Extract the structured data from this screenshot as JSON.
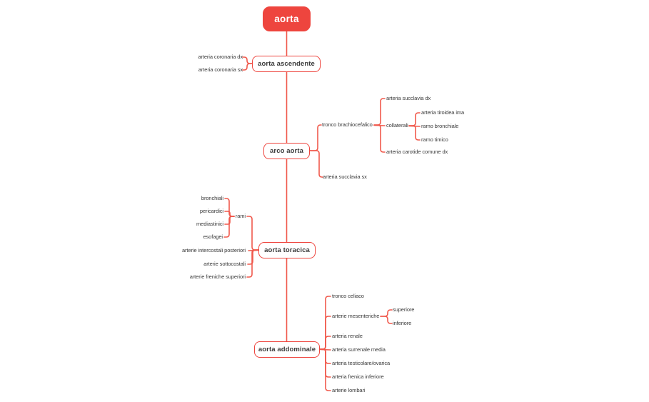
{
  "colors": {
    "accent": "#ee453e",
    "line": "#f0594c",
    "text": "#3a3a3a",
    "background": "#ffffff"
  },
  "map": {
    "root": {
      "label": "aorta"
    },
    "aorta_ascendente": {
      "label": "aorta ascendente",
      "children": {
        "arteria_coronaria_dx": {
          "label": "arteria coronaria dx"
        },
        "arteria_coronaria_sx": {
          "label": "arteria coronaria sx"
        }
      }
    },
    "arco_aorta": {
      "label": "arco aorta",
      "children": {
        "tronco_brachiocefalico": {
          "label": "tronco brachiocefalico",
          "children": {
            "arteria_succlavia_dx": {
              "label": "arteria succlavia dx"
            },
            "collaterali": {
              "label": "collaterali",
              "children": {
                "arteria_tiroidea_ima": {
                  "label": "arteria tiroidea ima"
                },
                "ramo_bronchiale": {
                  "label": "ramo bronchiale"
                },
                "ramo_timico": {
                  "label": "ramo timico"
                }
              }
            },
            "arteria_carotide_comune_dx": {
              "label": "arteria carotide comune dx"
            }
          }
        },
        "arteria_succlavia_sx": {
          "label": "arteria succlavia sx"
        }
      }
    },
    "aorta_toracica": {
      "label": "aorta toracica",
      "children": {
        "rami": {
          "label": "rami",
          "children": {
            "bronchiali": {
              "label": "bronchiali"
            },
            "pericardici": {
              "label": "pericardici"
            },
            "mediastinici": {
              "label": "mediastinici"
            },
            "esofagei": {
              "label": "esofagei"
            }
          }
        },
        "arterie_intercostali_posteriori": {
          "label": "arterie intercostali posteriori"
        },
        "arterie_sottocostali": {
          "label": "arterie sottocostali"
        },
        "arterie_freniche_superiori": {
          "label": "arterie freniche superiori"
        }
      }
    },
    "aorta_addominale": {
      "label": "aorta addominale",
      "children": {
        "tronco_celiaco": {
          "label": "tronco celiaco"
        },
        "arterie_mesenteriche": {
          "label": "arterie mesenteriche",
          "children": {
            "superiore": {
              "label": "superiore"
            },
            "inferiore": {
              "label": "inferiore"
            }
          }
        },
        "arteria_renale": {
          "label": "arteria renale"
        },
        "arteria_surrenale_media": {
          "label": "arteria surrenale media"
        },
        "arteria_testicolare_ovarica": {
          "label": "arteria testicolare/ovarica"
        },
        "arteria_frenica_inferiore": {
          "label": "arteria frenica inferiore"
        },
        "arterie_lombari": {
          "label": "arterie lombari"
        }
      }
    }
  }
}
